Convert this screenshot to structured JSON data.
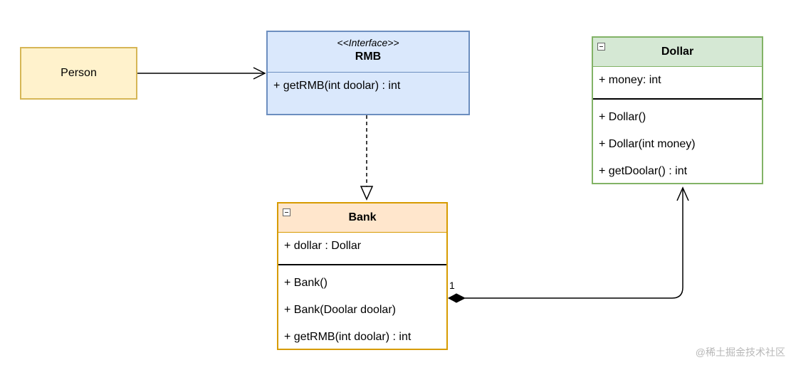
{
  "person": {
    "label": "Person"
  },
  "rmb": {
    "stereotype": "<<Interface>>",
    "name": "RMB",
    "methods": [
      "+ getRMB(int doolar) : int"
    ]
  },
  "dollar": {
    "name": "Dollar",
    "fields": [
      "+ money: int"
    ],
    "methods": [
      "+ Dollar()",
      "+ Dollar(int money)",
      "+ getDoolar() : int"
    ]
  },
  "bank": {
    "name": "Bank",
    "fields": [
      "+ dollar : Dollar"
    ],
    "methods": [
      "+ Bank()",
      "+ Bank(Doolar doolar)",
      "+ getRMB(int doolar) : int"
    ]
  },
  "composition": {
    "multiplicity": "1"
  },
  "watermark": "@稀土掘金技术社区",
  "colors": {
    "person_fill": "#fff2cc",
    "person_stroke": "#d6b656",
    "interface_fill": "#dae8fc",
    "interface_stroke": "#6c8ebf",
    "dollar_fill": "#d5e8d4",
    "dollar_stroke": "#82b366",
    "bank_fill": "#ffe6cc",
    "bank_stroke": "#d79b00"
  }
}
